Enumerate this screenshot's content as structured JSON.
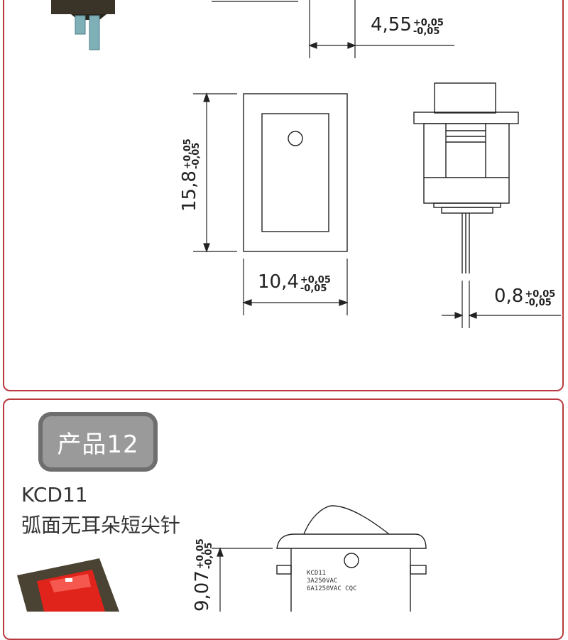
{
  "top_panel": {
    "dim_a": {
      "value": "4,55",
      "tol_plus": "+0,05",
      "tol_minus": "-0,05"
    },
    "dim_height": {
      "value": "15,8",
      "tol_plus": "+0,05",
      "tol_minus": "-0,05"
    },
    "dim_width": {
      "value": "10,4",
      "tol_plus": "+0,05",
      "tol_minus": "-0,05"
    },
    "dim_pin": {
      "value": "0,8",
      "tol_plus": "+0,05",
      "tol_minus": "-0,05"
    }
  },
  "bottom_panel": {
    "badge": "产品12",
    "model": "KCD11",
    "description": "弧面无耳朵短尖针",
    "dim_height": {
      "value": "9,07",
      "tol_plus": "+0,05",
      "tol_minus": "-0,05"
    },
    "switch_marking": [
      "KCD11",
      "3A250VAC",
      "6A1250VAC CQC"
    ]
  },
  "colors": {
    "panel_border": "#b83a3f",
    "badge_fill": "#9a9a9a",
    "switch_red": "#e0241b"
  }
}
